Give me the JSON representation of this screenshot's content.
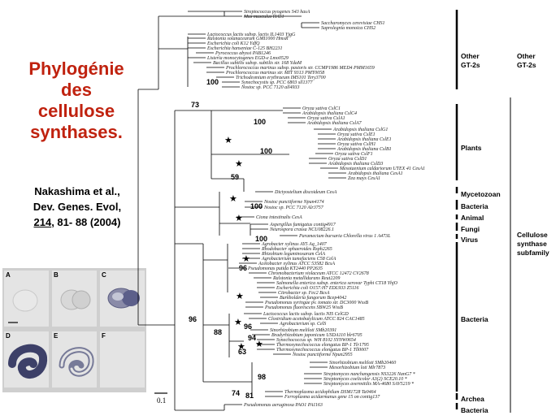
{
  "title_lines": [
    "Phylogénie",
    "des",
    "cellulose",
    "synthases."
  ],
  "citation": {
    "line1": "Nakashima et al.,",
    "line2": "Dev. Genes. Evol,",
    "volume": "214",
    "pages": ", 81- 88 (2004)"
  },
  "panel_labels": [
    "A",
    "B",
    "C",
    "D",
    "E",
    "F"
  ],
  "scale_bar": "0.1",
  "groups": {
    "other": [
      "Other",
      "GT-2s"
    ],
    "plants": "Plants",
    "mycetozoan": "Mycetozoan",
    "bacteria1": "Bacteria",
    "animal": "Animal",
    "fungi": "Fungi",
    "virus": "Virus",
    "bacteria2": "Bacteria",
    "archea": "Archea",
    "bacteria3": "Bacteria",
    "subfamily": [
      "Cellulose",
      "synthase",
      "subfamily"
    ]
  },
  "bootstrap": [
    "100",
    "73",
    "100",
    "100",
    "59",
    "100",
    "100",
    "96",
    "88",
    "96",
    "96",
    "94",
    "63",
    "98",
    "74",
    "81"
  ],
  "taxa": [
    "Streptococcus pyogenes S43 hasA",
    "Mus musculus HAS1",
    "Saccharomyces cerevisiae CHS1",
    "Saprolegnia monoica CHS2",
    "Lactococcus lactis subsp. lactis IL1403 YjgG",
    "Ralstonia solanacearum GMI1000 HmsR",
    "Escherichia coli K12 YdfQ",
    "Escherichia hanseniae C-125 BH2231",
    "Pyrococcus abyssi PAB1246",
    "Listeria monocytogenes EGD-e Lmo0529",
    "Bacillus subtilis subsp. subtilis str. 168 YdaM",
    "Prochlorococcus marinus subsp. pastoris str. CCMP1986 MED4 PMM1659",
    "Prochlorococcus marinus str. MIT 9313 PMT0058",
    "Trichodesmium erythraeum IMS101 Tery3700",
    "Synechocystis sp. PCC 6803 sll1377",
    "Nostoc sp. PCC 7120 all4933",
    "Oryza sativa CslC1",
    "Arabidopsis thaliana CslC4",
    "Oryza sativa CslA1",
    "Arabidopsis thaliana CslA7",
    "Arabidopsis thaliana CslG1",
    "Oryza sativa CslE1",
    "Arabidopsis thaliana CslE1",
    "Oryza sativa CslH1",
    "Arabidopsis thaliana CslB1",
    "Oryza sativa CslF1",
    "Oryza sativa CslD1",
    "Arabidopsis thaliana CslD3",
    "Mesotaenium caldariorum UTEX 41 CesA1",
    "Arabidopsis thaliana CesA1",
    "Zea mays CesA1",
    "Dictyostelium discoideum CesA",
    "Nostoc punctiforme Npun4174",
    "Nostoc sp. PCC 7120 Alr3757",
    "Ciona intestinalis CesA",
    "Aspergillus fumigatus contig4917",
    "Neurospora crassa NCU08226.1",
    "Paramecium bursaria Chlorella virus 1 A473L",
    "Agrobacter xylinus AY5 Aq_1407",
    "Rhodobacter sphaeroides Rsph2265",
    "Rhizobium leguminosarum CelA",
    "Agrobacterium tumefaciens C58 CelA",
    "Acetobacter xylinus ATCC 53582 BcsA",
    "Pseudomonas putida KT2440 PP2635",
    "Chromobacterium violaceum ATCC 12472 CV2678",
    "Ralstonia metallidurans Reut2209",
    "Salmonella enterica subsp. enterica serovar Typhi CT18 YhjO",
    "Escherichia coli O157:H7 EDL933 Z5116",
    "Citrobacter sp. Fec2 BcsA",
    "Burkholderia fungorum Bcep4042",
    "Pseudomonas syringae pv. tomato str. DC3000 WssB",
    "Pseudomonas fluorescens SBW25 WssB",
    "Lactococcus lactis subsp. lactis NIS CelGD",
    "Clostridium acetobutylicum ATCC 824 CAC1485",
    "Agrobacterium sp. CelS",
    "Sinorhizobium meliloti SMb20391",
    "Bradyrhizobium japonicum USDA110 blr6705",
    "Synechococcus sp. WH 8102 SYNW0654",
    "Thermosynechococcus elongatus BP-1 Tlr1795",
    "Thermosynechococcus elongatus BP-1 Tll0007",
    "Nostoc punctiforme Npun2955",
    "Sinorhizobium meliloti SMb20460",
    "Mesorhizobium loti Mlr7873",
    "Streptomyces nanchangensis NS3226 NanG7 *",
    "Streptomyces coelicolor A3(2) SCE20.10 *",
    "Streptomyces avermitilis MA-4680 SAV5219 *",
    "Thermoplasma acidophilum DSM1728 Ta0464",
    "Ferroplasma acidarmanus gene 15 on contig137",
    "Pseudomonas aeruginosa PAO1 PA1163"
  ]
}
